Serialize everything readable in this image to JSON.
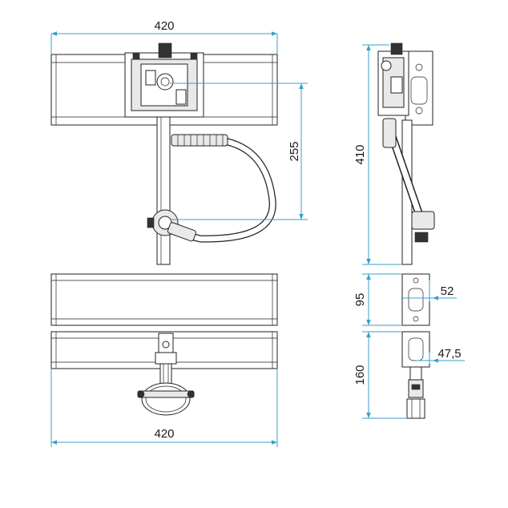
{
  "dimensions": {
    "top_width": "420",
    "bottom_width": "420",
    "hose_height": "255",
    "side_height": "410",
    "small_plate": "52",
    "medium_height": "95",
    "offset": "47,5",
    "bottom_height": "160"
  },
  "colors": {
    "dimension_line": "#3aa0c8",
    "outline": "#222222",
    "fill_light": "#e9e9e9"
  }
}
